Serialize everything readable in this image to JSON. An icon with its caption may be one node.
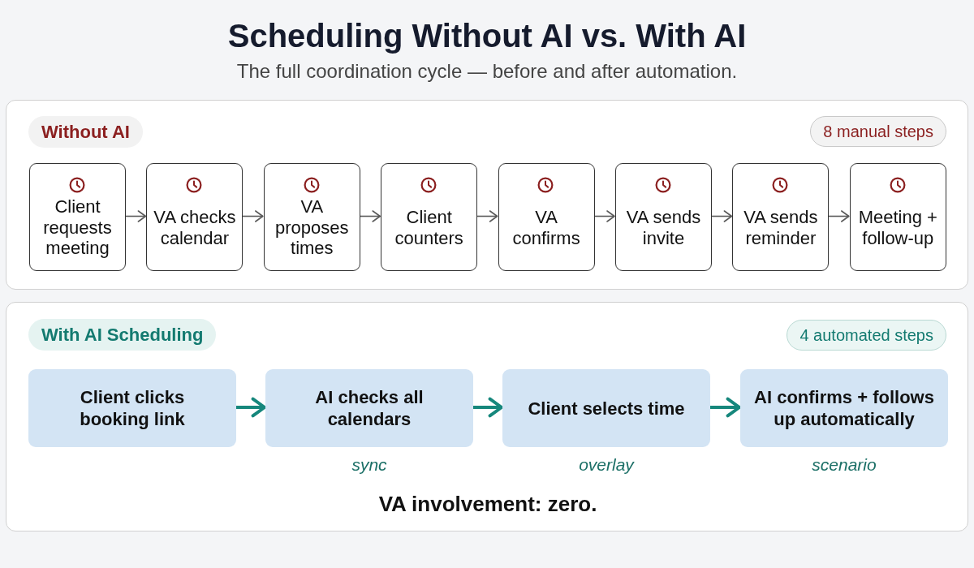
{
  "diagram": {
    "title": "Scheduling Without AI vs. With AI",
    "nodes": [
      {
        "text": [
          "Without AI",
          "8 manual steps"
        ]
      },
      {
        "text": [
          "Client requests meeting"
        ],
        "in": 0
      },
      {
        "text": [
          "VA checks calendar"
        ],
        "in": 0
      },
      {
        "text": [
          "VA proposes times"
        ],
        "in": 0
      },
      {
        "text": [
          "Client counters"
        ],
        "in": 0
      },
      {
        "text": [
          "VA confirms"
        ],
        "in": 0
      },
      {
        "text": [
          "VA sends invite"
        ],
        "in": 0
      },
      {
        "text": [
          "VA sends reminder"
        ],
        "in": 0
      },
      {
        "text": [
          "Meeting + follow-up"
        ],
        "in": 0
      },
      {
        "text": [
          "With AI Scheduling",
          "4 automated steps",
          "VA involvement: zero."
        ]
      },
      {
        "text": [
          "Client clicks booking link"
        ],
        "in": 9
      },
      {
        "text": [
          "AI checks all calendars"
        ],
        "in": 9,
        "beside": [
          "sync"
        ]
      },
      {
        "text": [
          "Client selects time"
        ],
        "in": 9,
        "beside": [
          "overlay"
        ]
      },
      {
        "text": [
          "AI confirms + follows up automatically"
        ],
        "in": 9,
        "beside": [
          "scenario"
        ]
      }
    ],
    "edges": [
      {
        "from": 1,
        "to": 2,
        "arrow": "to"
      },
      {
        "from": 2,
        "to": 3,
        "arrow": "to"
      },
      {
        "from": 3,
        "to": 4,
        "arrow": "to"
      },
      {
        "from": 4,
        "to": 5,
        "arrow": "to"
      },
      {
        "from": 5,
        "to": 6,
        "arrow": "to"
      },
      {
        "from": 6,
        "to": 7,
        "arrow": "to"
      },
      {
        "from": 7,
        "to": 8,
        "arrow": "to"
      },
      {
        "from": 10,
        "to": 11,
        "arrow": "to",
        "style": "thick",
        "color": "#16877c"
      },
      {
        "from": 11,
        "to": 12,
        "arrow": "to",
        "style": "thick",
        "color": "#16877c"
      },
      {
        "from": 12,
        "to": 13,
        "arrow": "to",
        "style": "thick",
        "color": "#16877c"
      }
    ],
    "labels": [
      "The full coordination cycle — before and after automation."
    ]
  }
}
